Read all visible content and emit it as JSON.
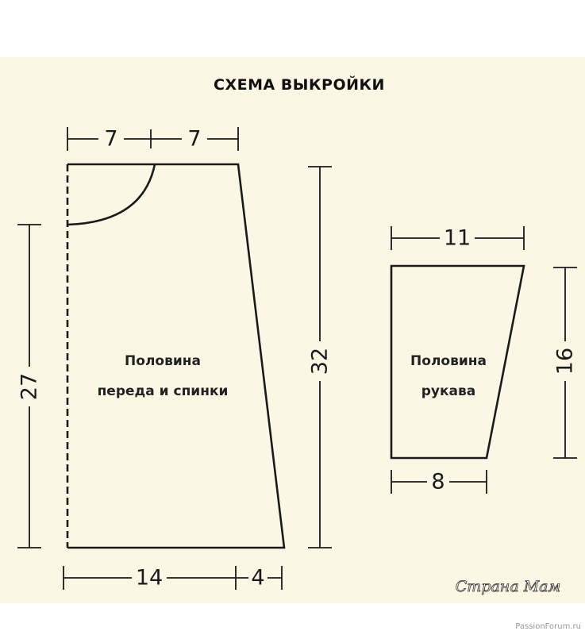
{
  "title": "СХЕМА ВЫКРОЙКИ",
  "body_piece": {
    "label_line1": "Половина",
    "label_line2": "переда и спинки",
    "top_left_width": "7",
    "top_right_width": "7",
    "side_height": "27",
    "total_height": "32",
    "bottom_width": "14",
    "bottom_extra": "4"
  },
  "sleeve_piece": {
    "label_line1": "Половина",
    "label_line2": "рукава",
    "top_width": "11",
    "height": "16",
    "bottom_width": "8"
  },
  "watermarks": {
    "logo": "Страна Мам",
    "site": "PassionForum.ru"
  },
  "colors": {
    "paper": "#fcf7e4",
    "ink": "#1a1a1a"
  }
}
